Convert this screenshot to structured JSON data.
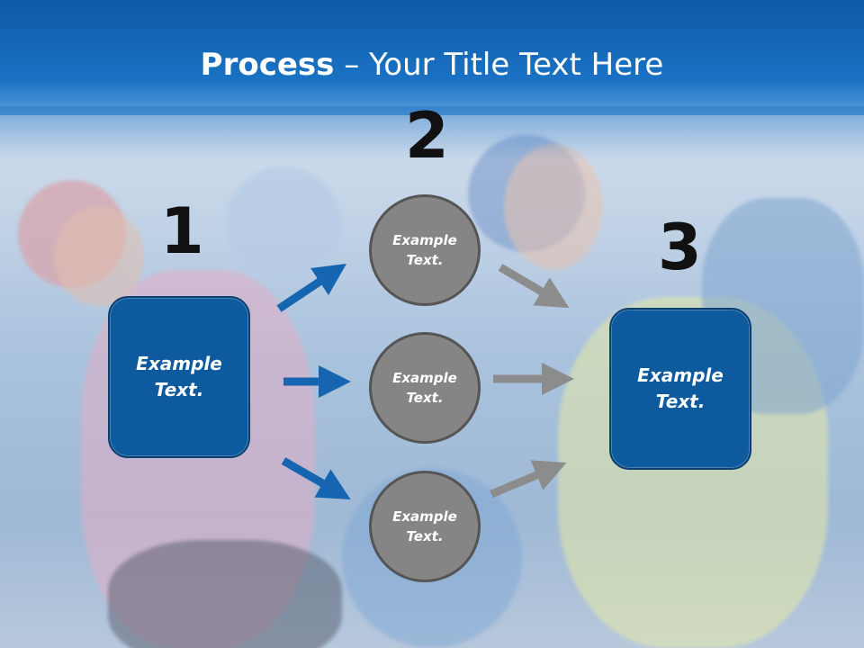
{
  "title": {
    "bold": "Process",
    "dash": " – ",
    "rest": "Your Title Text Here"
  },
  "numbers": [
    "1",
    "2",
    "3"
  ],
  "left_box": {
    "line1": "Example",
    "line2": "Text."
  },
  "circles": [
    {
      "line1": "Example",
      "line2": "Text."
    },
    {
      "line1": "Example",
      "line2": "Text."
    },
    {
      "line1": "Example",
      "line2": "Text."
    }
  ],
  "right_box": {
    "line1": "Example",
    "line2": "Text."
  },
  "colors": {
    "header": "#1a72c4",
    "box": "#0d5a9e",
    "circle": "#858585",
    "blue_arrow": "#1565b0",
    "gray_arrow": "#8c8c8c"
  }
}
